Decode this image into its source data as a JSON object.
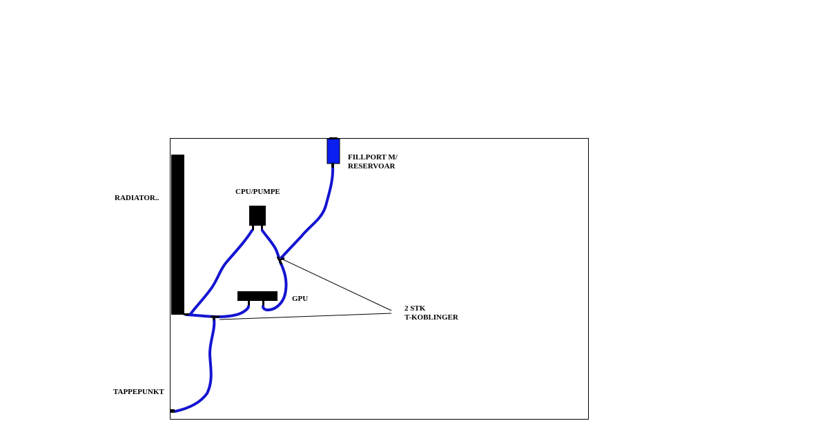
{
  "labels": {
    "radiator": "RADIATOR..",
    "cpu_pump": "CPU/PUMPE",
    "fillport_line1": "FILLPORT M/",
    "fillport_line2": "RESERVOAR",
    "gpu": "GPU",
    "tconn_line1": "2 STK",
    "tconn_line2": "T-KOBLINGER",
    "drain": "TAPPEPUNKT"
  },
  "colors": {
    "tube": "#1414d2",
    "reservoir": "#0a1ef0",
    "component": "#000000",
    "frame": "#000000",
    "background": "#ffffff"
  }
}
